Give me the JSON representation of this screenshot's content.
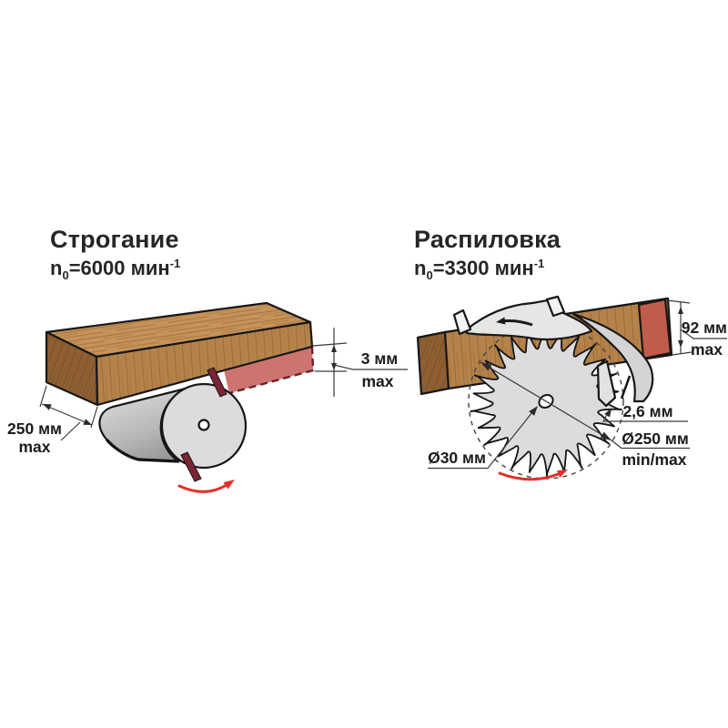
{
  "left_figure": {
    "title": "Строгание",
    "speed": {
      "prefix": "n",
      "sub": "0",
      "mid": "=6000 мин",
      "sup": "-1"
    },
    "labels": {
      "thickness_value": "3 мм",
      "thickness_qualifier": "max",
      "width_value": "250 мм",
      "width_qualifier": "max"
    }
  },
  "right_figure": {
    "title": "Распиловка",
    "speed": {
      "prefix": "n",
      "sub": "0",
      "mid": "=3300 мин",
      "sup": "-1"
    },
    "labels": {
      "height_value": "92 мм",
      "height_qualifier": "max",
      "kerf_value": "2,6 мм",
      "blade_diameter_value": "Ø250 мм",
      "blade_diameter_qualifier": "min/max",
      "bore_value": "Ø30 мм"
    }
  },
  "colors": {
    "ink": "#1b1b1b",
    "wood_top": "#c6935a",
    "wood_front": "#b5834a",
    "wood_side": "#8e5f33",
    "removed_material": "#cd7471",
    "cut_face": "#c15b4b",
    "metal_light": "#dcdcde",
    "blade_knife": "#7c2433",
    "arrow_red": "#e23028"
  }
}
